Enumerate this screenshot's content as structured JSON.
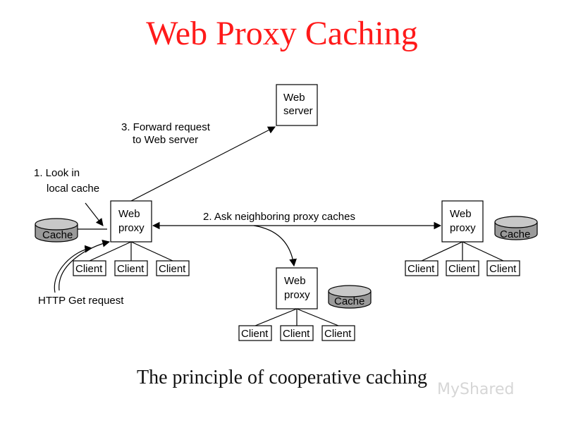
{
  "title": "Web Proxy Caching",
  "caption": "The principle of cooperative caching",
  "watermark": "MyShared",
  "colors": {
    "title": "#ff1a1a",
    "cache_fill": "#9a9a9a"
  },
  "nodes": {
    "web_server": [
      "Web",
      "server"
    ],
    "proxy": [
      "Web",
      "proxy"
    ],
    "client": "Client",
    "cache": "Cache"
  },
  "steps": {
    "look_in_cache": [
      "1. Look in",
      "local cache"
    ],
    "ask_neighbors": "2. Ask neighboring proxy caches",
    "forward_request": [
      "3. Forward request",
      "to Web server"
    ]
  },
  "http_get": "HTTP Get request"
}
